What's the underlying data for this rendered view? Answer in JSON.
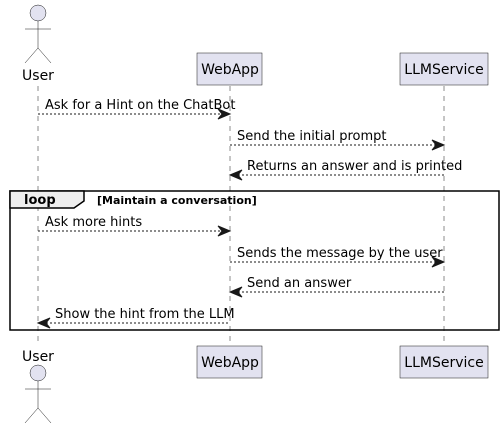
{
  "participants": {
    "user": "User",
    "webapp": "WebApp",
    "llm": "LLMService"
  },
  "messages": [
    "Ask for a Hint on the ChatBot",
    "Send the initial prompt",
    "Returns an answer and is printed",
    "Ask more hints",
    "Sends the message by the user",
    "Send an answer",
    "Show the hint from the LLM"
  ],
  "loop": {
    "keyword": "loop",
    "condition": "[Maintain a conversation]"
  },
  "colors": {
    "participant_fill": "#e2e2f0",
    "line": "#181818",
    "loop_tab": "#eeeeee"
  }
}
